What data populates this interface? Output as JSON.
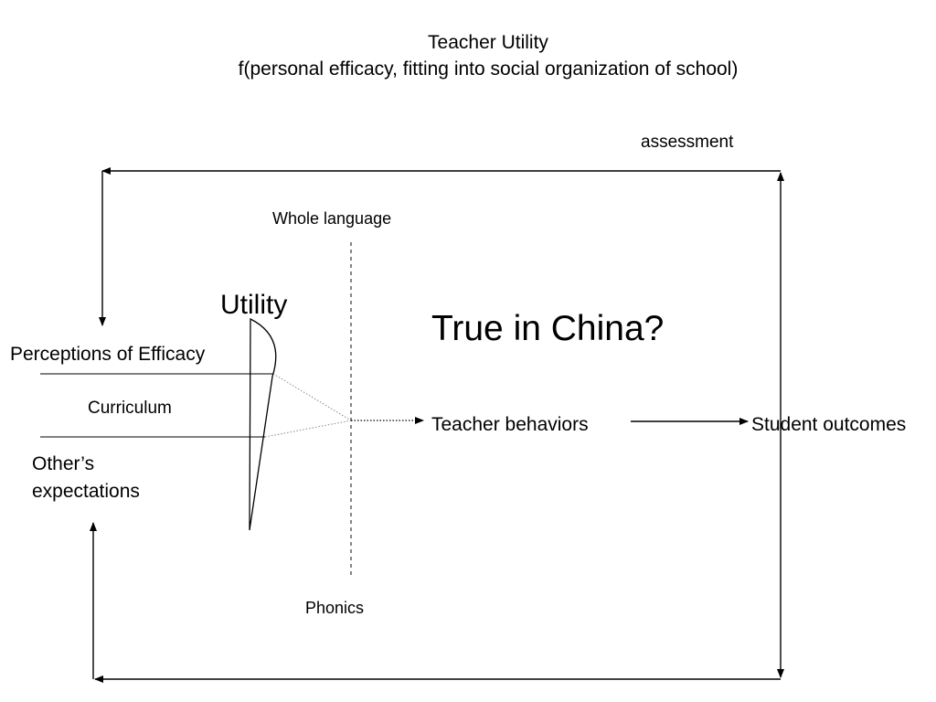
{
  "title": {
    "line1": "Teacher Utility",
    "line2": "f(personal efficacy, fitting into social organization of school)"
  },
  "labels": {
    "assessment": "assessment",
    "whole_language": "Whole language",
    "utility": "Utility",
    "true_in_china": "True in China?",
    "perceptions": "Perceptions of Efficacy",
    "curriculum": "Curriculum",
    "others_line1": "Other’s",
    "others_line2": "expectations",
    "teacher_behaviors": "Teacher behaviors",
    "student_outcomes": "Student outcomes",
    "phonics": "Phonics"
  },
  "colors": {
    "line": "#000000",
    "dashed": "#444444",
    "dotted": "#8a8a8a"
  }
}
